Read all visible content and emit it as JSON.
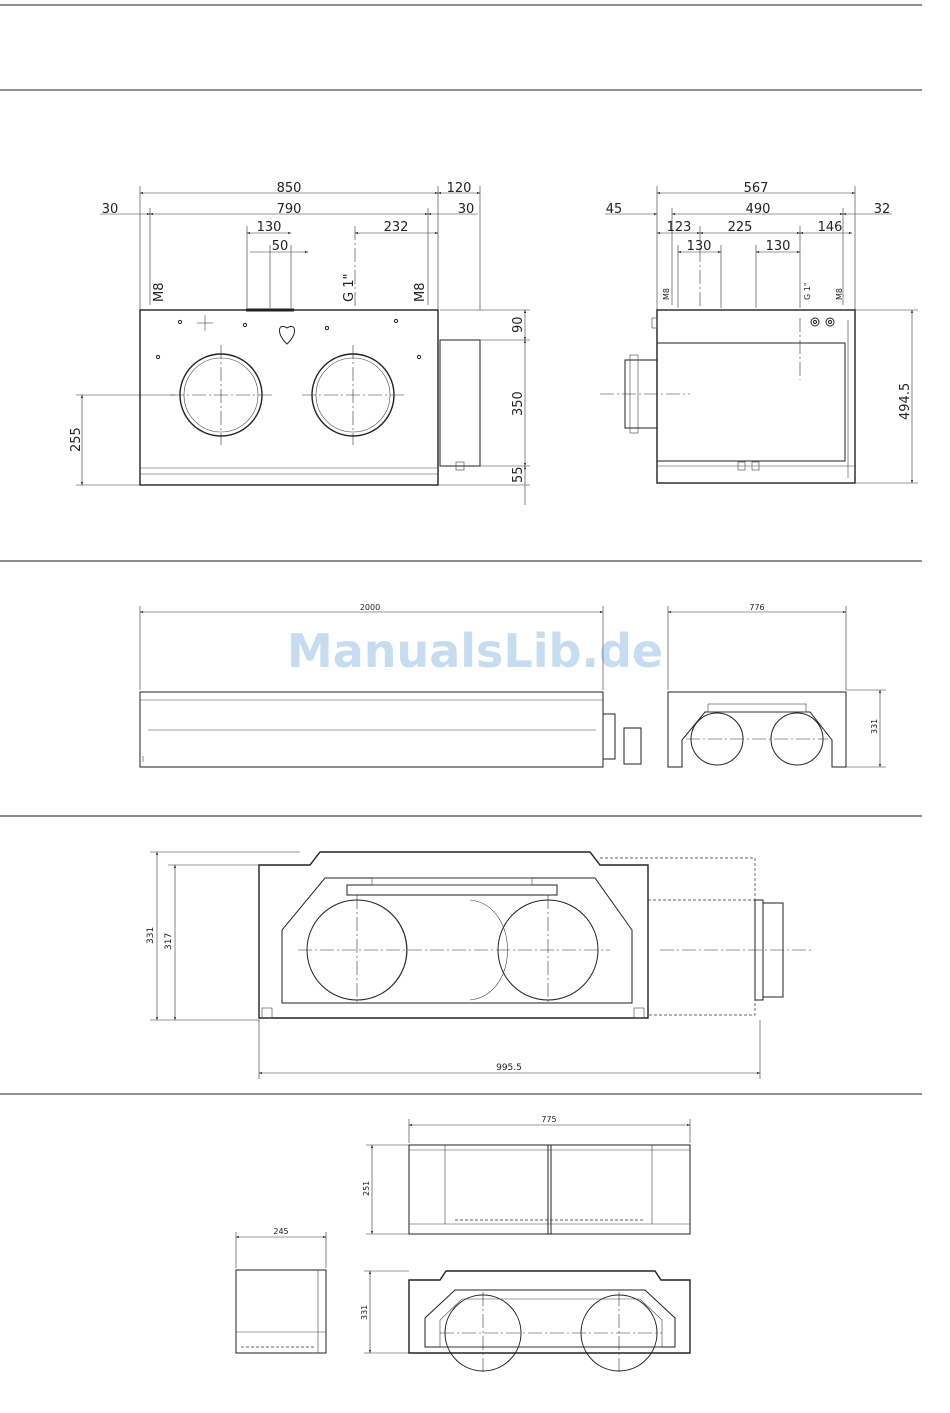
{
  "watermark": "ManualsLib.de",
  "front_view": {
    "dims": {
      "overall": "850",
      "side": "120",
      "left_offset": "30",
      "inner": "790",
      "right_offset": "30",
      "spacing_a": "130",
      "spacing_b": "50",
      "spacing_c": "232",
      "height_top": "90",
      "height_mid": "350",
      "height_bottom": "55",
      "height_left": "255"
    },
    "labels": {
      "thread_left": "M8",
      "pipe": "G 1\"",
      "thread_right": "M8"
    }
  },
  "side_view": {
    "dims": {
      "overall": "567",
      "left_offset": "45",
      "inner": "490",
      "right_offset": "32",
      "a": "123",
      "b": "225",
      "c": "146",
      "d": "130",
      "e": "130",
      "height": "494.5"
    },
    "labels": {
      "thread_left": "M8",
      "pipe": "G 1\"",
      "thread_right": "M8"
    }
  },
  "duct_view": {
    "dims": {
      "length": "2000",
      "width": "776",
      "height": "331"
    }
  },
  "unit_view": {
    "dims": {
      "height_outer": "331",
      "height_inner": "317",
      "width": "995.5"
    }
  },
  "bottom_view": {
    "dims": {
      "width_top": "775",
      "height_top": "251",
      "width_side": "245",
      "height_side": "331"
    }
  }
}
